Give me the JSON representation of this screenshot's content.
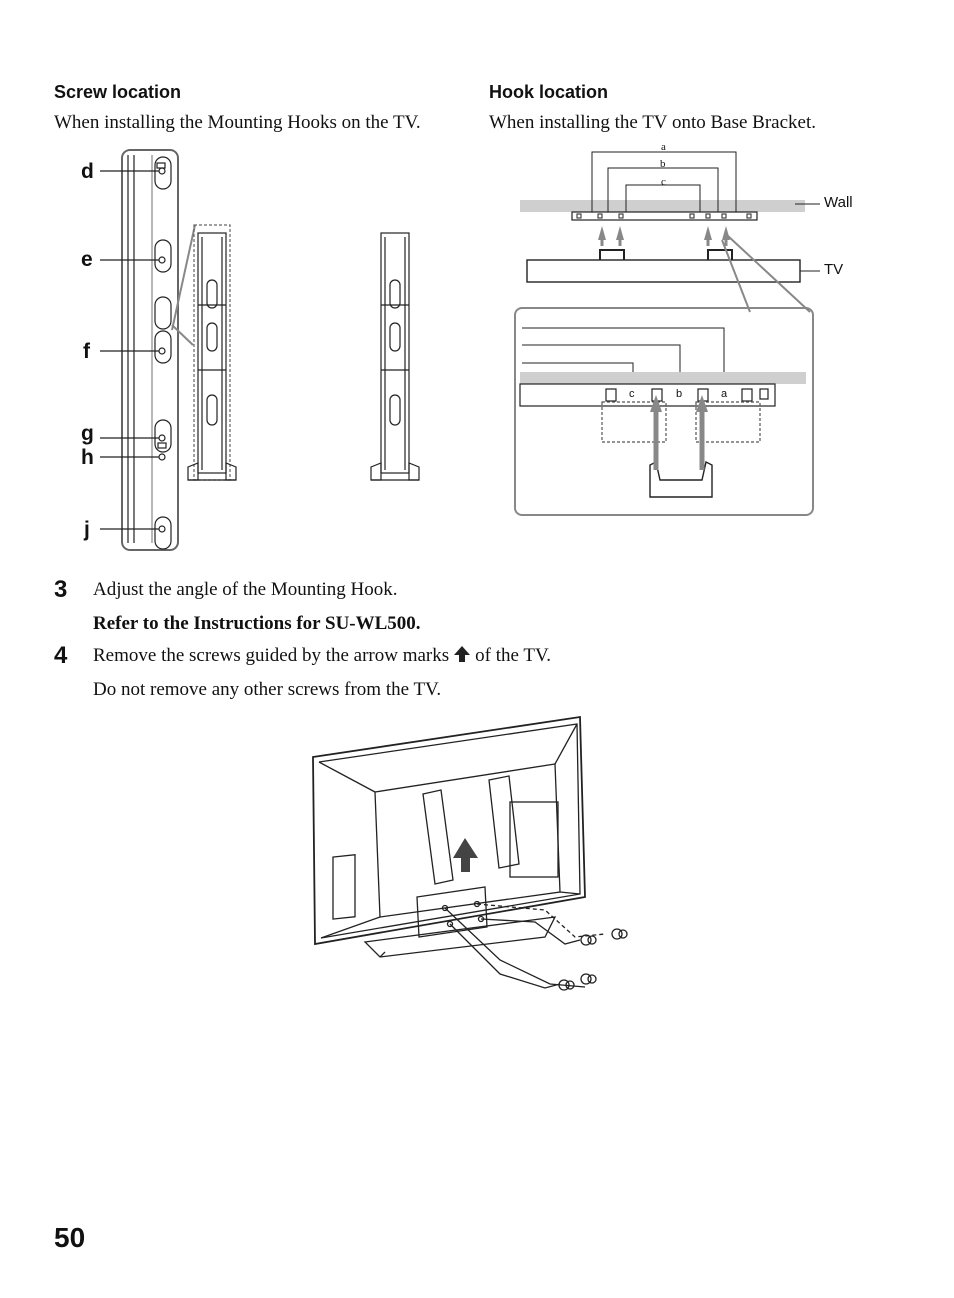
{
  "screw_section": {
    "heading": "Screw location",
    "caption": "When installing the Mounting Hooks on the TV.",
    "labels": [
      "d",
      "e",
      "f",
      "g",
      "h",
      "j"
    ]
  },
  "hook_section": {
    "heading": "Hook location",
    "caption": "When installing the TV onto Base Bracket.",
    "top_letters": [
      "a",
      "b",
      "c"
    ],
    "wall_label": "Wall",
    "tv_label": "TV",
    "zoom_letters": [
      "c",
      "b",
      "a"
    ]
  },
  "steps": [
    {
      "number": "3",
      "text": "Adjust the angle of the Mounting Hook.",
      "note": "Refer to the Instructions for SU-WL500."
    },
    {
      "number": "4",
      "text_before": "Remove the screws guided by the arrow marks",
      "arrow_icon": "up-arrow-icon",
      "text_after": "of the TV.",
      "note": "Do not remove any other screws from the TV."
    }
  ],
  "page_number": "50"
}
